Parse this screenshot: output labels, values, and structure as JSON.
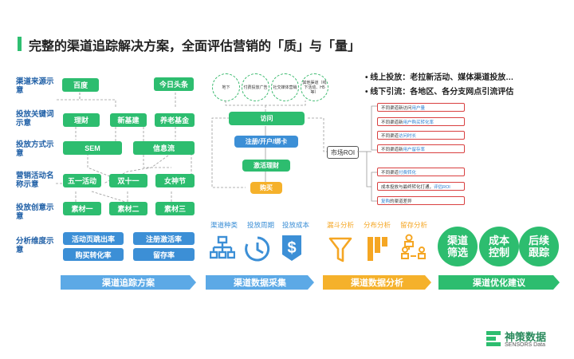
{
  "title": "完整的渠道追踪解决方案，全面评估营销的「质」与「量」",
  "rows": [
    {
      "label": "渠道来源示意"
    },
    {
      "label": "投放关键词示意"
    },
    {
      "label": "投放方式示意"
    },
    {
      "label": "营销活动名称示意"
    },
    {
      "label": "投放创意示意"
    },
    {
      "label": "分析维度示意"
    }
  ],
  "sources": [
    "百度",
    "今日头条"
  ],
  "keywords": [
    "理财",
    "新基建",
    "养老基金"
  ],
  "methods": [
    "SEM",
    "信息流"
  ],
  "campaigns": [
    "五一活动",
    "双十一",
    "女神节"
  ],
  "creatives": [
    "素材一",
    "素材二",
    "素材三"
  ],
  "dimensions": [
    "活动页跳出率",
    "注册激活率",
    "购买转化率",
    "留存率"
  ],
  "channels": [
    "地下",
    "付费投放广告",
    "社交媒体营销",
    "其他渠道（线下活动、H5等）"
  ],
  "flow": [
    "访问",
    "注册/开户/绑卡",
    "激活理财",
    "购买"
  ],
  "roi_label": "市场ROI",
  "bullets": [
    "线上投放：老拉新活动、媒体渠道投放…",
    "线下引流：各地区、各分支网点引流评估"
  ],
  "compare_items": [
    {
      "pre": "不同渠道新访问",
      "hl": "用户量"
    },
    {
      "pre": "不同渠道新",
      "hl": "用户购买转化率"
    },
    {
      "pre": "不同渠道",
      "hl": "访问时长"
    },
    {
      "pre": "不同渠道新",
      "hl": "用户留存率"
    }
  ],
  "compare_items2": [
    {
      "pre": "不同渠道",
      "hl": "付费转化"
    },
    {
      "pre": "成本投放与最终转化打通，",
      "hl": "评估ROI"
    },
    {
      "pre": "",
      "hl": "复购",
      "post": "的渠道差异"
    }
  ],
  "icons_collect": [
    {
      "label": "渠道种类",
      "icon": "hierarchy-icon"
    },
    {
      "label": "投放周期",
      "icon": "clock-icon"
    },
    {
      "label": "投放成本",
      "icon": "dollar-icon"
    }
  ],
  "icons_analyze": [
    {
      "label": "漏斗分析",
      "icon": "funnel-icon"
    },
    {
      "label": "分布分析",
      "icon": "distribution-icon"
    },
    {
      "label": "留存分析",
      "icon": "retention-icon"
    }
  ],
  "suggestions": [
    "渠道筛选",
    "成本控制",
    "后续跟踪"
  ],
  "banners": [
    "渠道追踪方案",
    "渠道数据采集",
    "渠道数据分析",
    "渠道优化建议"
  ],
  "logo": {
    "name": "神策数据",
    "sub": "SENSORS Data"
  },
  "colors": {
    "green": "#2dbd6f",
    "blue": "#3c8fd6",
    "orange": "#f5a623",
    "red": "#d94040"
  }
}
